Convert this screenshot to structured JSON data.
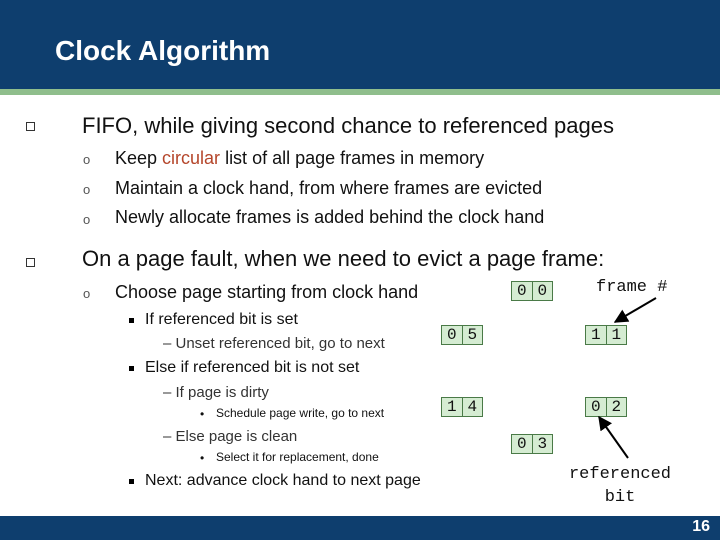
{
  "slide": {
    "title": "Clock Algorithm",
    "page_number": "16"
  },
  "bullets": {
    "b1": "FIFO, while giving second chance to referenced pages",
    "b1_sub1_pre": "Keep ",
    "b1_sub1_highlight": "circular",
    "b1_sub1_post": " list of all page frames in memory",
    "b1_sub2": "Maintain a clock hand, from where frames are evicted",
    "b1_sub3": "Newly allocate frames is added behind the clock hand",
    "b2": "On a page fault, when we need to evict a page frame:",
    "b2_sub1": "Choose page starting from clock hand",
    "if_ref": "If referenced bit is set",
    "unset": "– Unset referenced bit, go to next",
    "else_ref": "Else if referenced bit is not set",
    "if_dirty": "– If page is dirty",
    "schedule": "Schedule page write, go to next",
    "else_clean": "– Else page is clean",
    "select": "Select it for replacement, done",
    "next": "Next: advance clock hand to next page"
  },
  "diagram": {
    "frame_label": "frame #",
    "ref_label_1": "referenced",
    "ref_label_2": "bit",
    "frames": [
      {
        "ref": "0",
        "frame": "0"
      },
      {
        "ref": "1",
        "frame": "1"
      },
      {
        "ref": "0",
        "frame": "2"
      },
      {
        "ref": "0",
        "frame": "3"
      },
      {
        "ref": "1",
        "frame": "4"
      },
      {
        "ref": "0",
        "frame": "5"
      }
    ]
  },
  "colors": {
    "title_bar": "#0e3e6e",
    "accent_line": "#8fbe8c",
    "highlight": "#b5462b",
    "box_fill": "#d5ecd2"
  }
}
